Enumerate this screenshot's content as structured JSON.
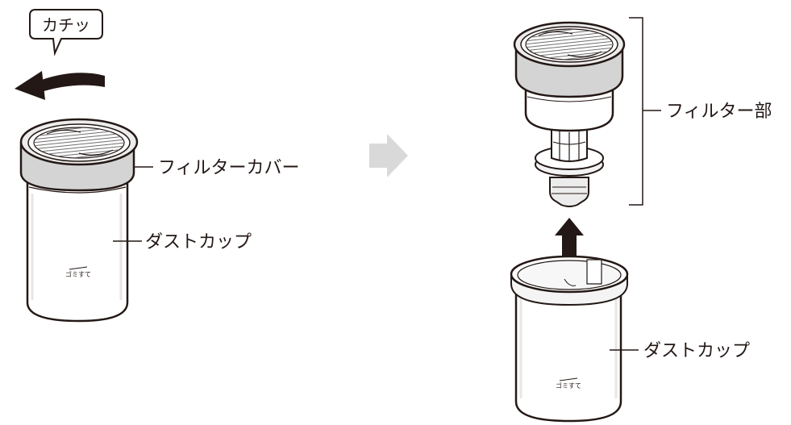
{
  "callout": {
    "sound": "カチッ"
  },
  "left_assembly": {
    "filter_cover_label": "フィルターカバー",
    "dust_cup_label": "ダストカップ",
    "cup_mark": "ゴミすて"
  },
  "right_assembly": {
    "filter_unit_label": "フィルター部",
    "dust_cup_label": "ダストカップ",
    "cup_mark": "ゴミすて"
  },
  "colors": {
    "line": "#231815",
    "body": "#ffffff",
    "band": "#d4d4d4",
    "shade": "#ececec",
    "step_arrow": "#d9d9d9",
    "mesh": "#6e6e6e"
  },
  "icons": {
    "rotate": "curved-arrow-left-icon",
    "step": "next-step-arrow-icon",
    "lift": "up-arrow-icon"
  }
}
